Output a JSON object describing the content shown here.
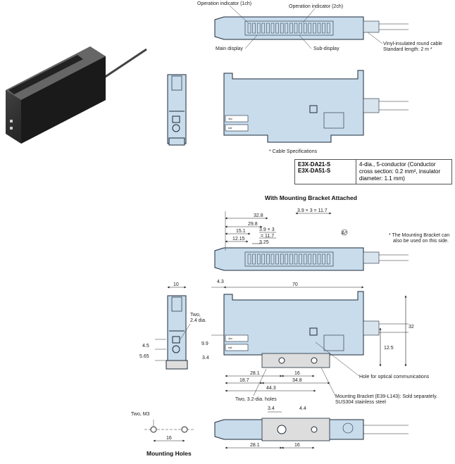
{
  "labels": {
    "op_ind_1ch": "Operation indicator (1ch)",
    "op_ind_2ch": "Operation indicator (2ch)",
    "main_display": "Main display",
    "sub_display": "Sub-display",
    "cable_1": "Vinyl-insulated round cable",
    "cable_2": "Standard length: 2 m *",
    "cable_spec_title": "* Cable Specifications",
    "with_bracket": "With Mounting Bracket Attached",
    "bracket_note_1": "* The Mounting Bracket can",
    "bracket_note_2": "also be used on this side.",
    "optical_hole": "Hole for optical communications",
    "bracket_1": "Mounting Bracket (E39-L143): Sold separately.",
    "bracket_2": "SUS304 stainless steel",
    "two_24": "Two,",
    "two_24b": "2.4 dia.",
    "two_32": "Two, 3.2-dia. holes",
    "two_m3": "Two, M3",
    "mounting_holes": "Mounting Holes",
    "a_star": "A*"
  },
  "spec": {
    "models_1": "E3X-DA21-S",
    "models_2": "E3X-DA51-S",
    "desc_1": "4-dia., 5-conductor (Conductor",
    "desc_2": "cross section: 0.2 mm², insulator",
    "desc_3": "diameter: 1.1 mm)"
  },
  "dims": {
    "d328": "32.8",
    "d298": "29.8",
    "d151": "15.1",
    "d1215": "12.15",
    "d39x3": "3.9 × 3",
    "d117a": "= 11.7",
    "d325": "3.25",
    "d39x3b": "3.9 × 3 = 11.7",
    "d10": "10",
    "d43": "4.3",
    "d70": "70",
    "d32": "32",
    "d125": "12.5",
    "d99": "9.9",
    "d34": "3.4",
    "d45": "4.5",
    "d565": "5.65",
    "d281": "28.1",
    "d16": "16",
    "d187": "18.7",
    "d348": "34.8",
    "d443": "44.3",
    "d34b": "3.4",
    "d44": "4.4",
    "d281b": "28.1",
    "d16b": "16",
    "d16c": "16"
  }
}
